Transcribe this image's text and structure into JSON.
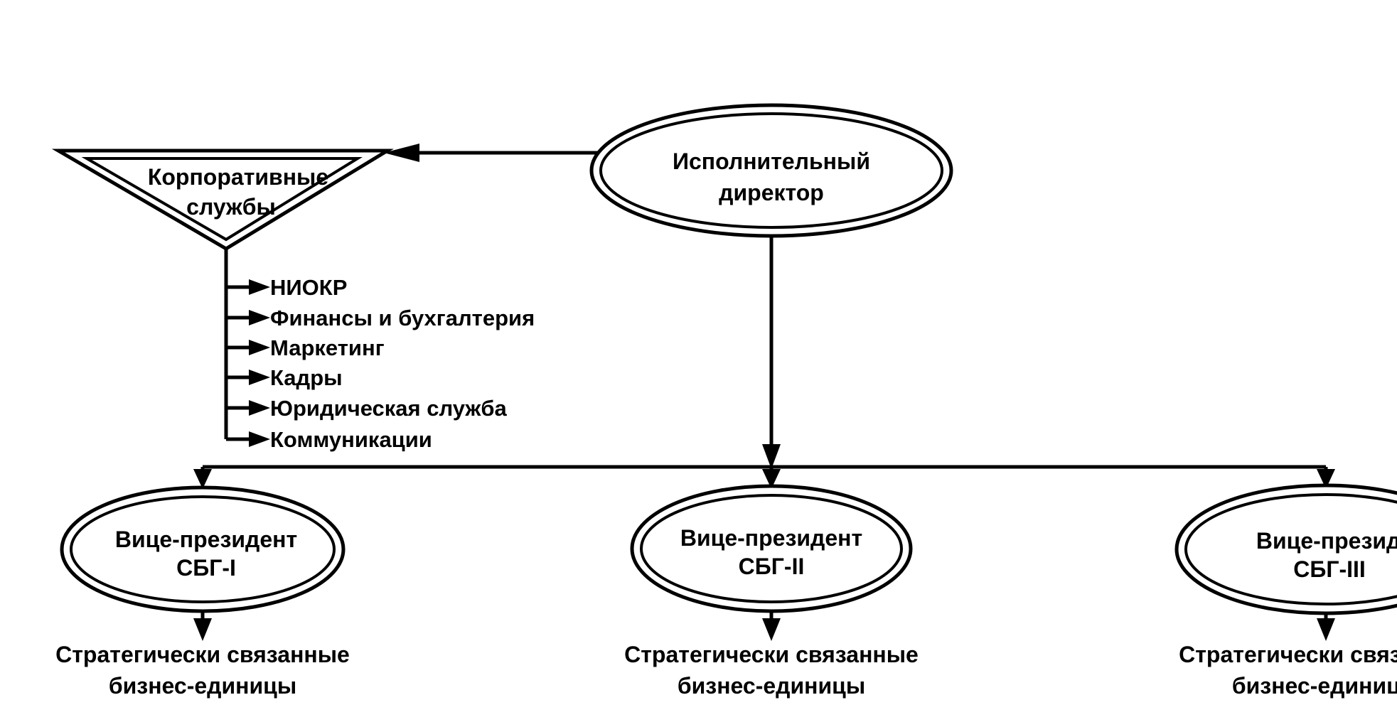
{
  "executive": {
    "line1": "Исполнительный",
    "line2": "директор"
  },
  "corporate_services": {
    "line1": "Корпоративные",
    "line2": "службы",
    "items": [
      "НИОКР",
      "Финансы и бухгалтерия",
      "Маркетинг",
      "Кадры",
      "Юридическая служба",
      "Коммуникации"
    ]
  },
  "vice_presidents": [
    {
      "title": "Вице-президент",
      "unit": "СБГ-I",
      "sub_line1": "Стратегически связанные",
      "sub_line2": "бизнес-единицы"
    },
    {
      "title": "Вице-президент",
      "unit": "СБГ-II",
      "sub_line1": "Стратегически связанные",
      "sub_line2": "бизнес-единицы"
    },
    {
      "title": "Вице-президент",
      "unit": "СБГ-III",
      "sub_line1": "Стратегически связанные",
      "sub_line2": "бизнес-единицы"
    }
  ],
  "colors": {
    "stroke": "#000000",
    "background": "#ffffff"
  }
}
